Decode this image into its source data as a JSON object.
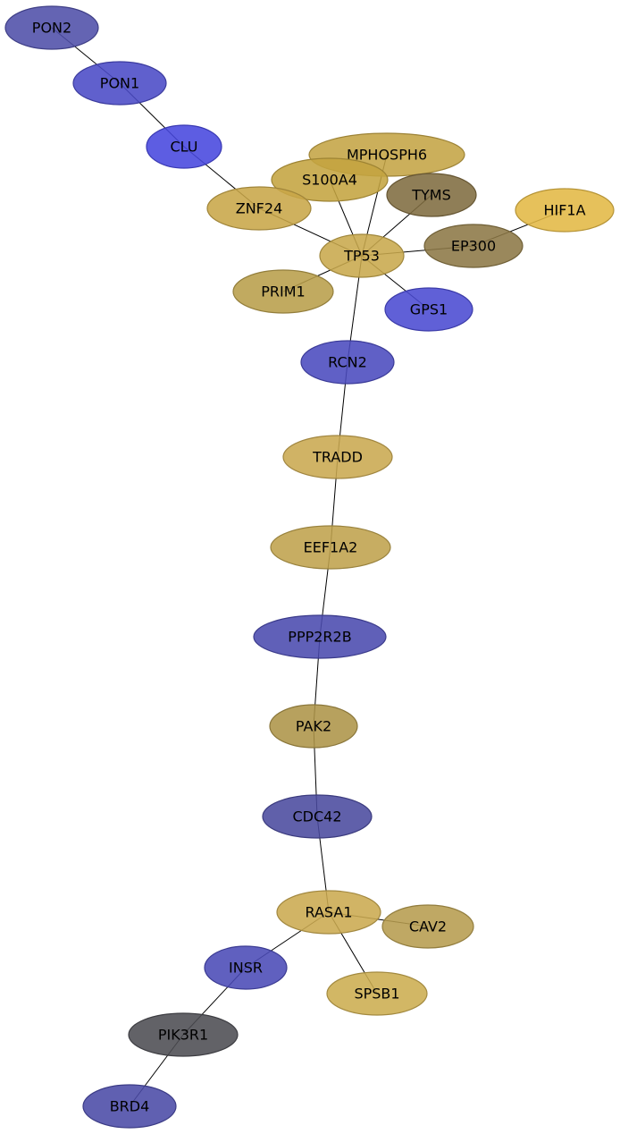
{
  "nodes": [
    {
      "id": "PON2",
      "label": "PON2",
      "color": "#4F4FA8"
    },
    {
      "id": "PON1",
      "label": "PON1",
      "color": "#4A4AC6"
    },
    {
      "id": "CLU",
      "label": "CLU",
      "color": "#4747DE"
    },
    {
      "id": "MPHOSPH6",
      "label": "MPHOSPH6",
      "color": "#C4A444"
    },
    {
      "id": "S100A4",
      "label": "S100A4",
      "color": "#C4A440"
    },
    {
      "id": "TYMS",
      "label": "TYMS",
      "color": "#7F6C40"
    },
    {
      "id": "HIF1A",
      "label": "HIF1A",
      "color": "#E2B844"
    },
    {
      "id": "ZNF24",
      "label": "ZNF24",
      "color": "#C8A648"
    },
    {
      "id": "EP300",
      "label": "EP300",
      "color": "#8C7845"
    },
    {
      "id": "TP53",
      "label": "TP53",
      "color": "#C8A94C"
    },
    {
      "id": "PRIM1",
      "label": "PRIM1",
      "color": "#B89E4A"
    },
    {
      "id": "GPS1",
      "label": "GPS1",
      "color": "#4A4AD2"
    },
    {
      "id": "RCN2",
      "label": "RCN2",
      "color": "#4A4ABE"
    },
    {
      "id": "TRADD",
      "label": "TRADD",
      "color": "#C9A850"
    },
    {
      "id": "EEF1A2",
      "label": "EEF1A2",
      "color": "#BFA24C"
    },
    {
      "id": "PPP2R2B",
      "label": "PPP2R2B",
      "color": "#4A4AAE"
    },
    {
      "id": "PAK2",
      "label": "PAK2",
      "color": "#AD9448"
    },
    {
      "id": "CDC42",
      "label": "CDC42",
      "color": "#4A4A9E"
    },
    {
      "id": "RASA1",
      "label": "RASA1",
      "color": "#CBAA50"
    },
    {
      "id": "CAV2",
      "label": "CAV2",
      "color": "#B69C4E"
    },
    {
      "id": "INSR",
      "label": "INSR",
      "color": "#4A4AB6"
    },
    {
      "id": "SPSB1",
      "label": "SPSB1",
      "color": "#CCAD50"
    },
    {
      "id": "PIK3R1",
      "label": "PIK3R1",
      "color": "#4C4C52"
    },
    {
      "id": "BRD4",
      "label": "BRD4",
      "color": "#4A4AA6"
    }
  ],
  "edges": [
    [
      "PON2",
      "PON1"
    ],
    [
      "PON1",
      "CLU"
    ],
    [
      "CLU",
      "ZNF24"
    ],
    [
      "ZNF24",
      "TP53"
    ],
    [
      "S100A4",
      "TP53"
    ],
    [
      "MPHOSPH6",
      "TP53"
    ],
    [
      "TYMS",
      "TP53"
    ],
    [
      "EP300",
      "TP53"
    ],
    [
      "EP300",
      "HIF1A"
    ],
    [
      "PRIM1",
      "TP53"
    ],
    [
      "GPS1",
      "TP53"
    ],
    [
      "TP53",
      "RCN2"
    ],
    [
      "RCN2",
      "TRADD"
    ],
    [
      "TRADD",
      "EEF1A2"
    ],
    [
      "EEF1A2",
      "PPP2R2B"
    ],
    [
      "PPP2R2B",
      "PAK2"
    ],
    [
      "PAK2",
      "CDC42"
    ],
    [
      "CDC42",
      "RASA1"
    ],
    [
      "RASA1",
      "CAV2"
    ],
    [
      "RASA1",
      "INSR"
    ],
    [
      "RASA1",
      "SPSB1"
    ],
    [
      "INSR",
      "PIK3R1"
    ],
    [
      "PIK3R1",
      "BRD4"
    ]
  ]
}
